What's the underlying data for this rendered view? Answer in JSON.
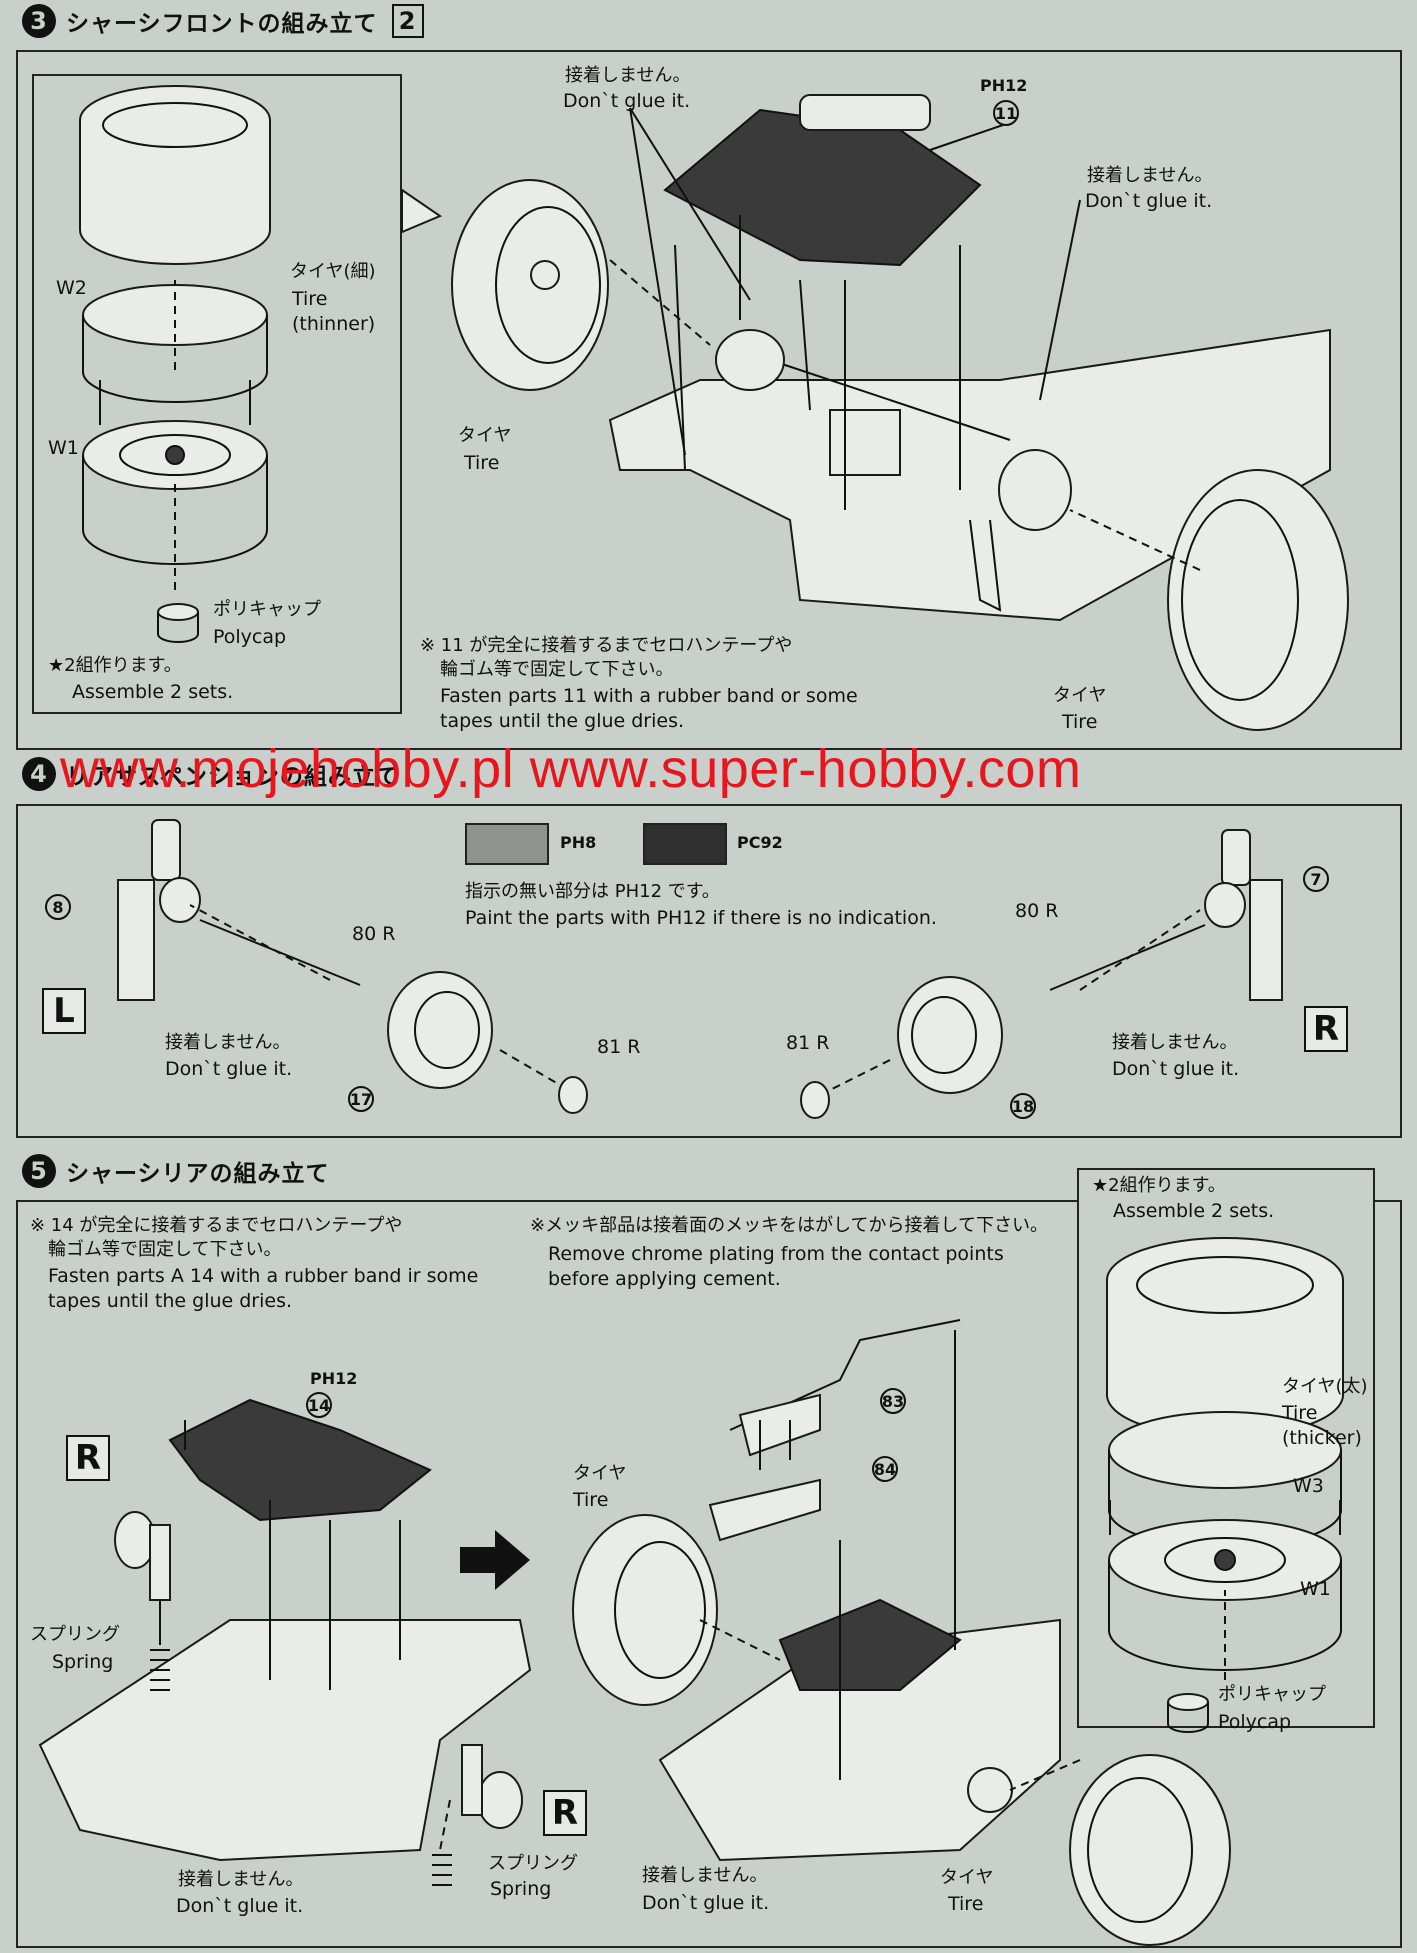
{
  "step3": {
    "number": "3",
    "title": "シャーシフロントの組み立て",
    "box_number": "2",
    "no_glue_top_jp": "接着しません。",
    "no_glue_top_en": "Don`t glue it.",
    "part_ph12": "PH12",
    "part_11": "11",
    "no_glue_right_jp": "接着しません。",
    "no_glue_right_en": "Don`t glue it.",
    "tire_thin_jp": "タイヤ(細)",
    "tire_thin_en1": "Tire",
    "tire_thin_en2": "(thinner)",
    "w2": "W2",
    "w1": "W1",
    "tire_left_jp": "タイヤ",
    "tire_left_en": "Tire",
    "polycap_jp": "ポリキャップ",
    "polycap_en": "Polycap",
    "assemble_jp": "★2組作ります。",
    "assemble_en": "Assemble 2 sets.",
    "note_jp1": "※ 11 が完全に接着するまでセロハンテープや",
    "note_jp2": "輪ゴム等で固定して下さい。",
    "note_en1": "Fasten parts 11 with a rubber band or some",
    "note_en2": "tapes until the glue dries.",
    "tire_right_jp": "タイヤ",
    "tire_right_en": "Tire"
  },
  "step4": {
    "number": "4",
    "title": "リアサスペンションの組み立て",
    "swatch1_label": "PH8",
    "swatch2_label": "PC92",
    "paint_jp": "指示の無い部分は PH12 です。",
    "paint_en": "Paint the parts with PH12 if there is no indication.",
    "part_8": "8",
    "part_7": "7",
    "part_80r_left": "80 R",
    "part_80r_right": "80 R",
    "part_81r_left": "81 R",
    "part_81r_right": "81 R",
    "part_17": "17",
    "part_18": "18",
    "label_l": "L",
    "label_r": "R",
    "no_glue_left_jp": "接着しません。",
    "no_glue_left_en": "Don`t glue it.",
    "no_glue_right_jp": "接着しません。",
    "no_glue_right_en": "Don`t glue it."
  },
  "watermark": "www.mojehobby.pl www.super-hobby.com",
  "step5": {
    "number": "5",
    "title": "シャーシリアの組み立て",
    "note_a_jp1": "※ 14 が完全に接着するまでセロハンテープや",
    "note_a_jp2": "輪ゴム等で固定して下さい。",
    "note_a_en1": "Fasten parts A 14 with a rubber band ir some",
    "note_a_en2": "tapes until the glue dries.",
    "note_b_jp": "※メッキ部品は接着面のメッキをはがしてから接着して下さい。",
    "note_b_en1": "Remove chrome plating from the contact points",
    "note_b_en2": "before applying cement.",
    "assemble_jp": "★2組作ります。",
    "assemble_en": "Assemble 2 sets.",
    "part_ph12": "PH12",
    "part_14": "14",
    "part_83": "83",
    "part_84": "84",
    "label_r1": "R",
    "label_r2": "R",
    "spring_left_jp": "スプリング",
    "spring_left_en": "Spring",
    "spring_bottom_jp": "スプリング",
    "spring_bottom_en": "Spring",
    "tire_mid_jp": "タイヤ",
    "tire_mid_en": "Tire",
    "tire_thick_jp": "タイヤ(太)",
    "tire_thick_en1": "Tire",
    "tire_thick_en2": "(thicker)",
    "w3": "W3",
    "w1": "W1",
    "polycap_jp": "ポリキャップ",
    "polycap_en": "Polycap",
    "no_glue_left_jp": "接着しません。",
    "no_glue_left_en": "Don`t glue it.",
    "no_glue_mid_jp": "接着しません。",
    "no_glue_mid_en": "Don`t glue it.",
    "tire_bottom_jp": "タイヤ",
    "tire_bottom_en": "Tire"
  },
  "colors": {
    "paper": "#c9cfca",
    "swatch_ph8": "#8f928f",
    "swatch_pc92": "#2e2f2e",
    "watermark": "#e8151d"
  }
}
